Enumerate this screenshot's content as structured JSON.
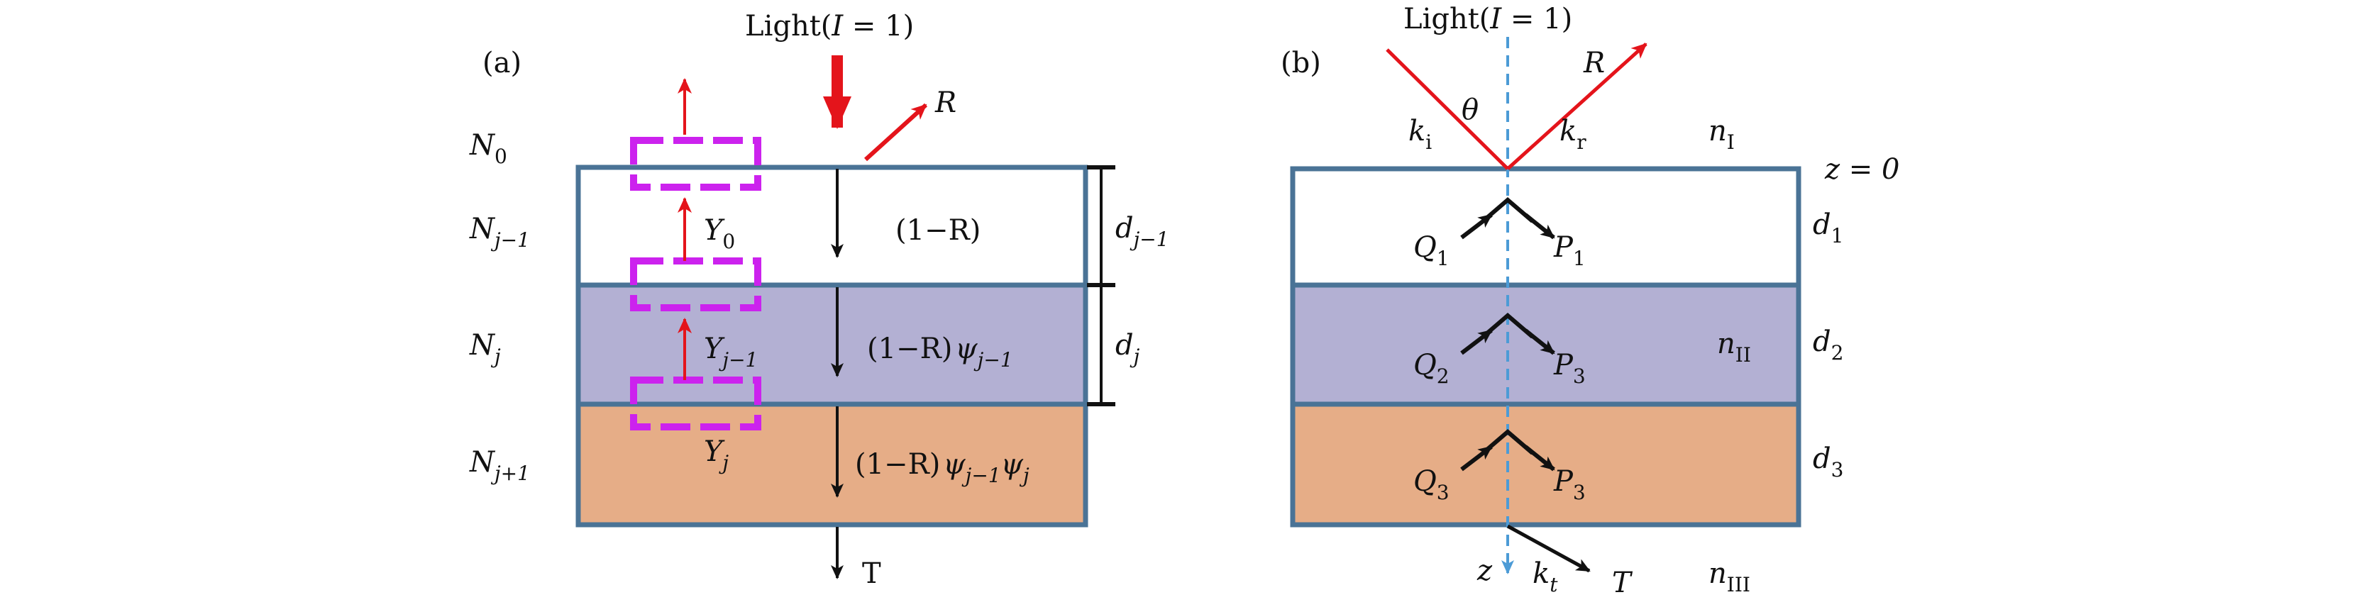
{
  "colors": {
    "layer_border": "#4a7396",
    "layer1_fill": "#ffffff",
    "layer2_fill": "#b3b0d3",
    "layer3_fill": "#e6ad87",
    "red": "#e4141b",
    "magenta": "#cc22ee",
    "black": "#111111",
    "dashed_axis": "#4c9bd6"
  },
  "panel_a": {
    "label": "(a)",
    "light": {
      "text": "Light(",
      "var": "I",
      "rest": " = 1)"
    },
    "reflect_label": "R",
    "transmit_label": "T",
    "media": {
      "N0": {
        "main": "N",
        "sub": "0"
      },
      "Nj_minus_1": {
        "main": "N",
        "sub": "j−1"
      },
      "Nj": {
        "main": "N",
        "sub": "j"
      },
      "Nj_plus_1": {
        "main": "N",
        "sub": "j+1"
      }
    },
    "admittance": {
      "Y0": {
        "main": "Y",
        "sub": "0"
      },
      "Yj_minus_1": {
        "main": "Y",
        "sub": "j−1"
      },
      "Yj": {
        "main": "Y",
        "sub": "j"
      }
    },
    "thickness": {
      "dj_minus_1": {
        "main": "d",
        "sub": "j−1"
      },
      "dj": {
        "main": "d",
        "sub": "j"
      }
    },
    "intensity": {
      "layer1": "(1−R)",
      "layer2": {
        "pre": "(1−R)",
        "psi": "ψ",
        "sub": "j−1"
      },
      "layer3": {
        "pre": "(1−R)",
        "psi1": "ψ",
        "sub1": "j−1",
        "psi2": "ψ",
        "sub2": "j"
      }
    }
  },
  "panel_b": {
    "label": "(b)",
    "light": {
      "text": "Light(",
      "var": "I",
      "rest": " = 1)"
    },
    "reflect_label": "R",
    "theta": "θ",
    "k_i": {
      "main": "k",
      "sub": "i"
    },
    "k_r": {
      "main": "k",
      "sub": "r"
    },
    "k_t": {
      "main": "k",
      "sub": "t"
    },
    "n_I": {
      "main": "n",
      "sub": "I"
    },
    "n_II": {
      "main": "n",
      "sub": "II"
    },
    "n_III": {
      "main": "n",
      "sub": "III"
    },
    "z0": "z = 0",
    "z_axis": "z",
    "transmit_label": "T",
    "thickness": [
      {
        "main": "d",
        "sub": "1"
      },
      {
        "main": "d",
        "sub": "2"
      },
      {
        "main": "d",
        "sub": "3"
      }
    ],
    "waves": [
      {
        "q": "Q",
        "qsub": "1",
        "p": "P",
        "psub": "1"
      },
      {
        "q": "Q",
        "qsub": "2",
        "p": "P",
        "psub": "3"
      },
      {
        "q": "Q",
        "qsub": "3",
        "p": "P",
        "psub": "3"
      }
    ]
  }
}
